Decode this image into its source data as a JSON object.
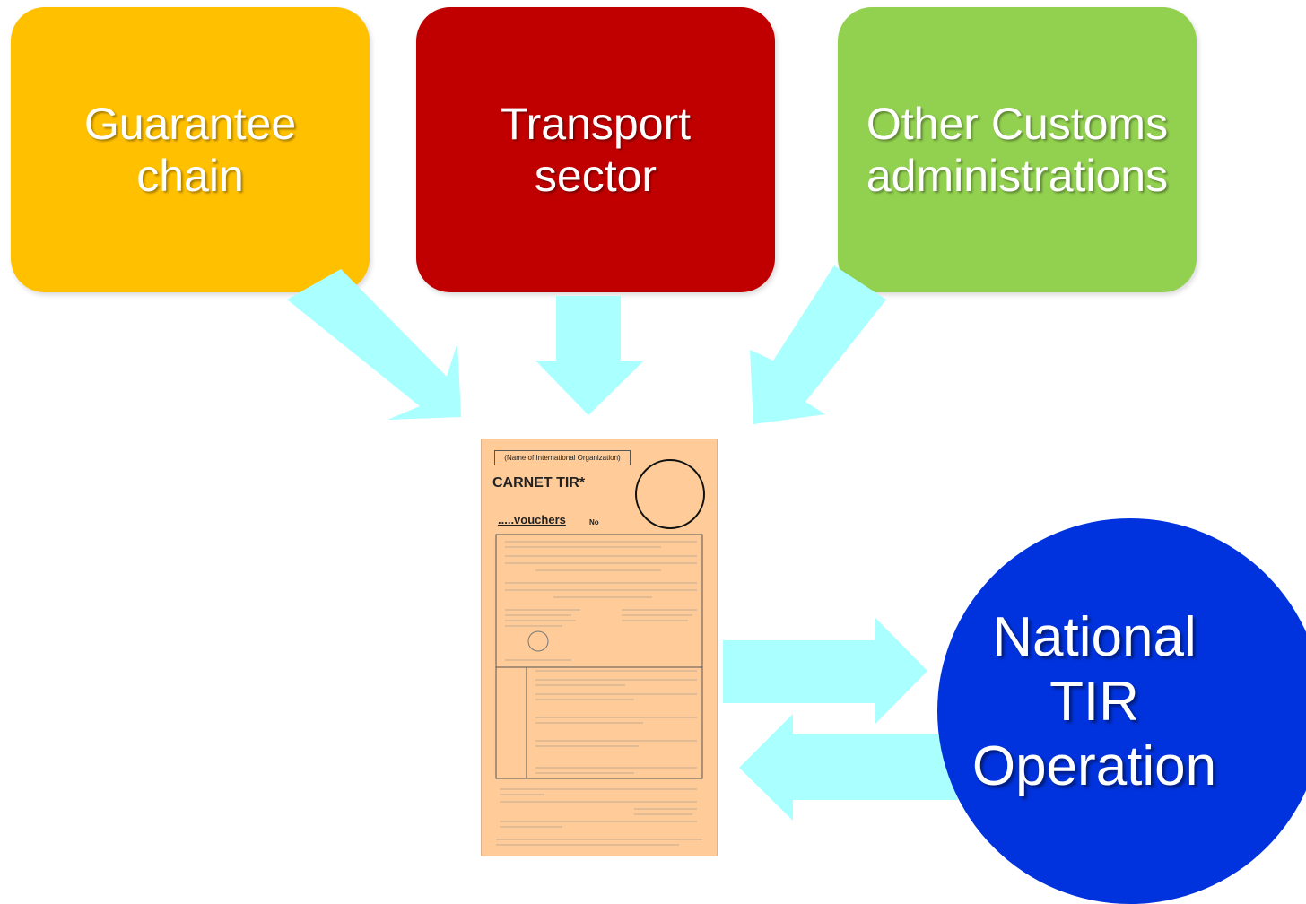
{
  "boxes": {
    "guarantee": {
      "line1": "Guarantee",
      "line2": "chain",
      "color": "#ffc000"
    },
    "transport": {
      "line1": "Transport",
      "line2": "sector",
      "color": "#c00000"
    },
    "customs": {
      "line1": "Other Customs",
      "line2": "administrations",
      "color": "#92d050"
    }
  },
  "national": {
    "line1": "National",
    "line2": "TIR",
    "line3": "Operation",
    "color": "#0033dd"
  },
  "carnet": {
    "org_label": "(Name of International Organization)",
    "title": "CARNET TIR*",
    "vouchers": ".....vouchers",
    "no_label": "No",
    "paper_color": "#ffcc99"
  },
  "arrow_color": "#aaffff"
}
